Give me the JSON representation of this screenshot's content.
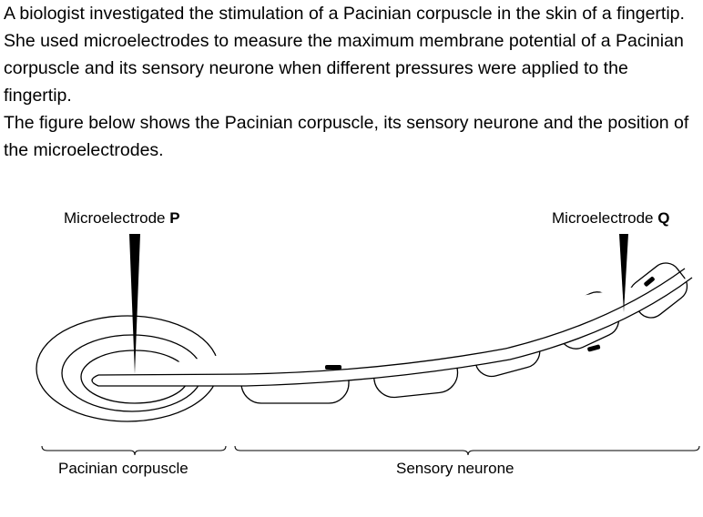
{
  "text": {
    "para1": "A biologist investigated the stimulation of a Pacinian corpuscle in the skin of a fingertip. She used microelectrodes to measure the maximum membrane potential of a Pacinian corpuscle and its sensory neurone when different pressures were applied to the fingertip.",
    "para2": "The figure below shows the Pacinian corpuscle, its sensory neurone and the position of the microelectrodes."
  },
  "figure": {
    "electrode_p_text": "Microelectrode ",
    "electrode_p_letter": "P",
    "electrode_q_text": "Microelectrode ",
    "electrode_q_letter": "Q",
    "pacinian_label": "Pacinian corpuscle",
    "neurone_label": "Sensory neurone"
  }
}
